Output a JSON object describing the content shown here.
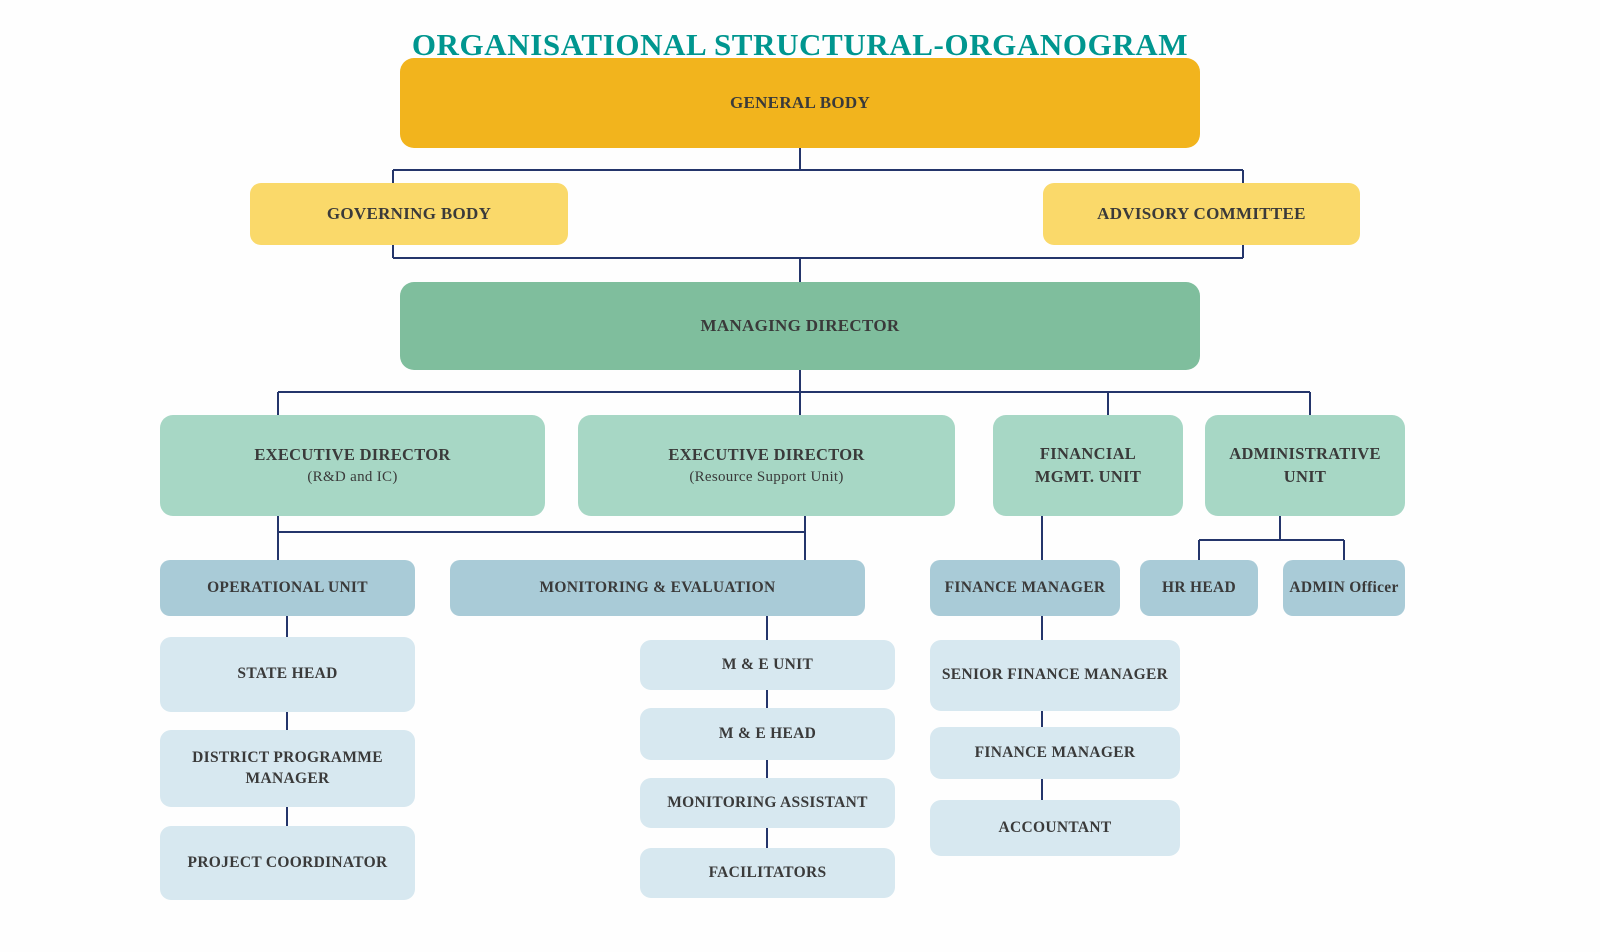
{
  "title": "ORGANISATIONAL STRUCTURAL-ORGANOGRAM",
  "colors": {
    "title_text": "#00968F",
    "general_body": "#F2B41D",
    "committee": "#FAD96A",
    "managing_director": "#7FBE9D",
    "executive": "#A7D7C5",
    "unit": "#A9CBD7",
    "leaf": "#D7E8F0",
    "connector": "#24356B",
    "text": "#3A3A3A"
  },
  "nodes": {
    "general_body": {
      "label": "GENERAL BODY"
    },
    "governing_body": {
      "label": "GOVERNING BODY"
    },
    "advisory_committee": {
      "label": "ADVISORY COMMITTEE"
    },
    "managing_director": {
      "label": "MANAGING DIRECTOR"
    },
    "exec_rd": {
      "label": "EXECUTIVE DIRECTOR",
      "sublabel": "(R&D and IC)"
    },
    "exec_rsu": {
      "label": "EXECUTIVE DIRECTOR",
      "sublabel": "(Resource Support Unit)"
    },
    "financial_mgmt": {
      "line1": "FINANCIAL",
      "line2": "MGMT. UNIT"
    },
    "admin_unit": {
      "line1": "ADMINISTRATIVE",
      "line2": "UNIT"
    },
    "operational_unit": {
      "label": "OPERATIONAL UNIT"
    },
    "monitoring_evaluation": {
      "label": "MONITORING & EVALUATION"
    },
    "finance_manager_head": {
      "label": "FINANCE MANAGER"
    },
    "hr_head": {
      "label": "HR HEAD"
    },
    "admin_officer": {
      "label": "ADMIN Officer"
    },
    "state_head": {
      "label": "STATE HEAD"
    },
    "district_programme_manager": {
      "label": "DISTRICT PROGRAMME MANAGER"
    },
    "project_coordinator": {
      "label": "PROJECT COORDINATOR"
    },
    "me_unit": {
      "label": "M & E UNIT"
    },
    "me_head": {
      "label": "M & E HEAD"
    },
    "monitoring_assistant": {
      "label": "MONITORING ASSISTANT"
    },
    "facilitators": {
      "label": "FACILITATORS"
    },
    "senior_finance_manager": {
      "label": "SENIOR FINANCE MANAGER"
    },
    "finance_manager": {
      "label": "FINANCE MANAGER"
    },
    "accountant": {
      "label": "ACCOUNTANT"
    }
  },
  "edges": [
    [
      "general_body",
      "governing_body"
    ],
    [
      "general_body",
      "advisory_committee"
    ],
    [
      "general_body",
      "managing_director"
    ],
    [
      "managing_director",
      "exec_rd"
    ],
    [
      "managing_director",
      "exec_rsu"
    ],
    [
      "managing_director",
      "financial_mgmt"
    ],
    [
      "managing_director",
      "admin_unit"
    ],
    [
      "exec_rd",
      "operational_unit"
    ],
    [
      "exec_rsu",
      "monitoring_evaluation"
    ],
    [
      "financial_mgmt",
      "finance_manager_head"
    ],
    [
      "admin_unit",
      "hr_head"
    ],
    [
      "admin_unit",
      "admin_officer"
    ],
    [
      "operational_unit",
      "state_head"
    ],
    [
      "state_head",
      "district_programme_manager"
    ],
    [
      "district_programme_manager",
      "project_coordinator"
    ],
    [
      "monitoring_evaluation",
      "me_unit"
    ],
    [
      "me_unit",
      "me_head"
    ],
    [
      "me_head",
      "monitoring_assistant"
    ],
    [
      "monitoring_assistant",
      "facilitators"
    ],
    [
      "finance_manager_head",
      "senior_finance_manager"
    ],
    [
      "senior_finance_manager",
      "finance_manager"
    ],
    [
      "finance_manager",
      "accountant"
    ]
  ]
}
